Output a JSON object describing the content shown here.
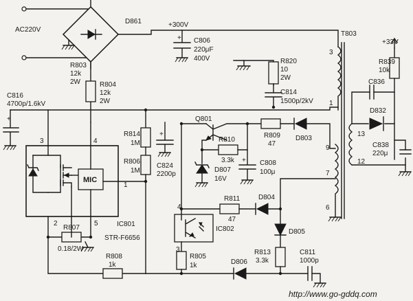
{
  "labels": {
    "ac": "AC220V",
    "d861": "D861",
    "v300": "+300V",
    "c806": [
      "C806",
      "220μF",
      "400V"
    ],
    "r820": [
      "R820",
      "10",
      "2W"
    ],
    "c814": [
      "C814",
      "1500p/2kV"
    ],
    "t803": "T803",
    "v33": "+33V",
    "r839": [
      "R839",
      "10k"
    ],
    "c836": "C836",
    "d832": "D832",
    "c838": [
      "C838",
      "220μ"
    ],
    "r803": [
      "R803",
      "12k",
      "2W"
    ],
    "r804": [
      "R804",
      "12k",
      "2W"
    ],
    "c816": [
      "C816",
      "4700p/1.6kV"
    ],
    "r814": [
      "R814",
      "1M"
    ],
    "r806": [
      "R806",
      "1M"
    ],
    "c824": [
      "C824",
      "2200p"
    ],
    "q801": "Q801",
    "r810": [
      "R810",
      "3.3k"
    ],
    "r809": [
      "R809",
      "47"
    ],
    "d803": "D803",
    "d807": [
      "D807",
      "16V"
    ],
    "c808": [
      "C808",
      "100μ"
    ],
    "r811": [
      "R811",
      "47"
    ],
    "d804": "D804",
    "ic802": "IC802",
    "d805": "D805",
    "r805": [
      "R805",
      "1k"
    ],
    "r813": [
      "R813",
      "3.3k"
    ],
    "c811": [
      "C811",
      "1000p"
    ],
    "d806": "D806",
    "r807": [
      "R807",
      "0.18/2W"
    ],
    "r808": [
      "R808",
      "1k"
    ],
    "mic": "MIC",
    "ic801": [
      "IC801",
      "STR-F6656"
    ],
    "url": "http://www.go-gddq.com"
  },
  "pins": {
    "ic801_3": "3",
    "ic801_4": "4",
    "ic801_1": "1",
    "ic801_2": "2",
    "ic801_5": "5",
    "t803_3": "3",
    "t803_1": "1",
    "t803_9": "9",
    "t803_7": "7",
    "t803_6": "6",
    "t803_13": "13",
    "t803_12": "12",
    "ic802_4": "4",
    "ic802_3": "3",
    "plus": "+"
  }
}
